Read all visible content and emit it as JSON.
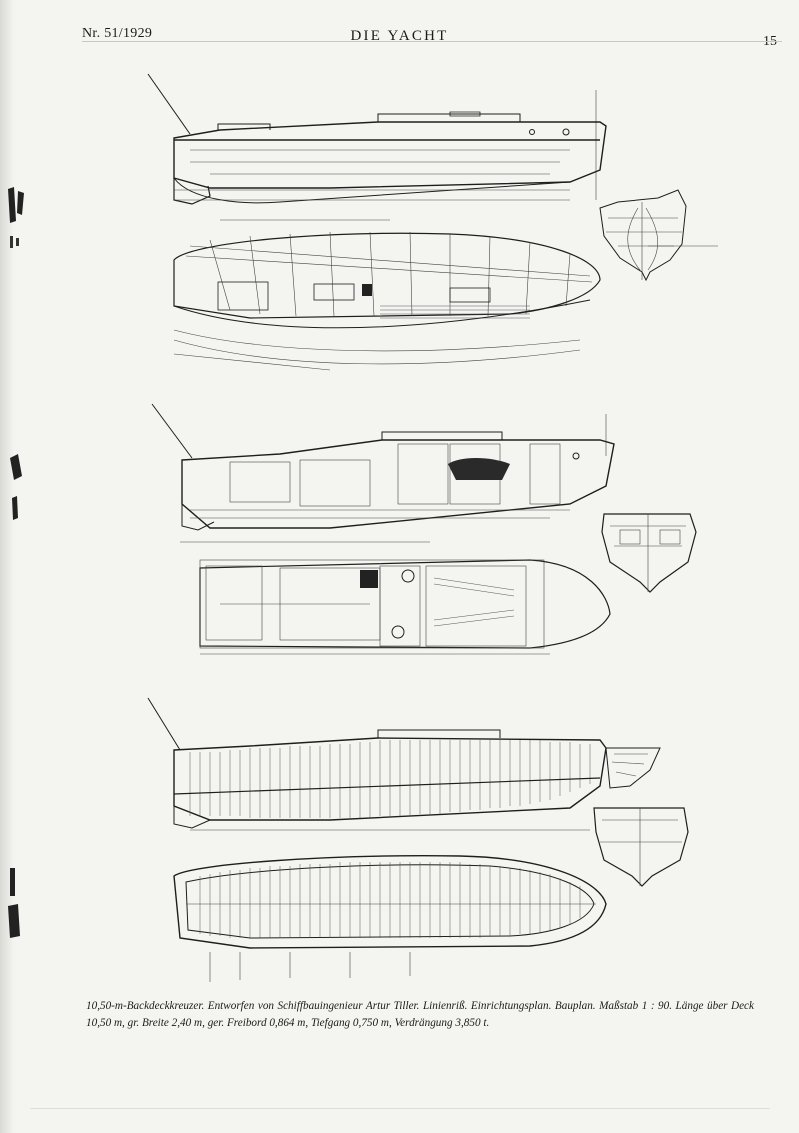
{
  "header": {
    "issue": "Nr. 51/1929",
    "magazine": "DIE YACHT",
    "page_number": "15"
  },
  "caption": {
    "line1": "10,50-m-Backdeckkreuzer. Entworfen von Schiffbauingenieur Artur Tiller. Linienriß. Einrichtungsplan. Bauplan. Maßstab",
    "line2": "1 : 90. Länge über Deck 10,50 m, gr. Breite 2,40 m, ger. Freibord 0,864 m, Tiefgang 0,750 m, Verdrängung 3,850 t."
  }
}
